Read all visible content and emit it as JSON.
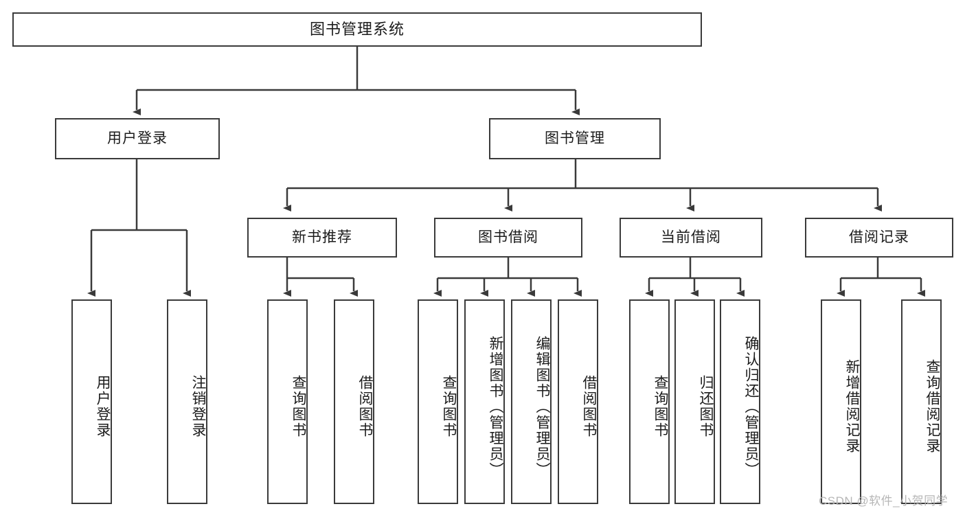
{
  "diagram": {
    "type": "tree",
    "title": "图书管理系统",
    "root": {
      "label": "图书管理系统"
    },
    "level2": [
      {
        "label": "用户登录"
      },
      {
        "label": "图书管理"
      }
    ],
    "level3": [
      {
        "label": "新书推荐"
      },
      {
        "label": "图书借阅"
      },
      {
        "label": "当前借阅"
      },
      {
        "label": "借阅记录"
      }
    ],
    "leaves": {
      "user_login": [
        {
          "label": "用户登录"
        },
        {
          "label": "注销登录"
        }
      ],
      "new_book_recommend": [
        {
          "label": "查询图书"
        },
        {
          "label": "借阅图书"
        }
      ],
      "book_borrow": [
        {
          "label": "查询图书"
        },
        {
          "label": "新增图书（管理员）"
        },
        {
          "label": "编辑图书（管理员）"
        },
        {
          "label": "借阅图书"
        }
      ],
      "current_borrow": [
        {
          "label": "查询图书"
        },
        {
          "label": "归还图书"
        },
        {
          "label": "确认归还（管理员）"
        }
      ],
      "borrow_record": [
        {
          "label": "新增借阅记录"
        },
        {
          "label": "查询借阅记录"
        }
      ]
    }
  },
  "watermark": {
    "text": "CSDN @软件_小贺同学"
  },
  "colors": {
    "stroke": "#3a3a3a",
    "text": "#1b1b1b",
    "background": "#ffffff",
    "watermark": "#b6b6b6"
  }
}
